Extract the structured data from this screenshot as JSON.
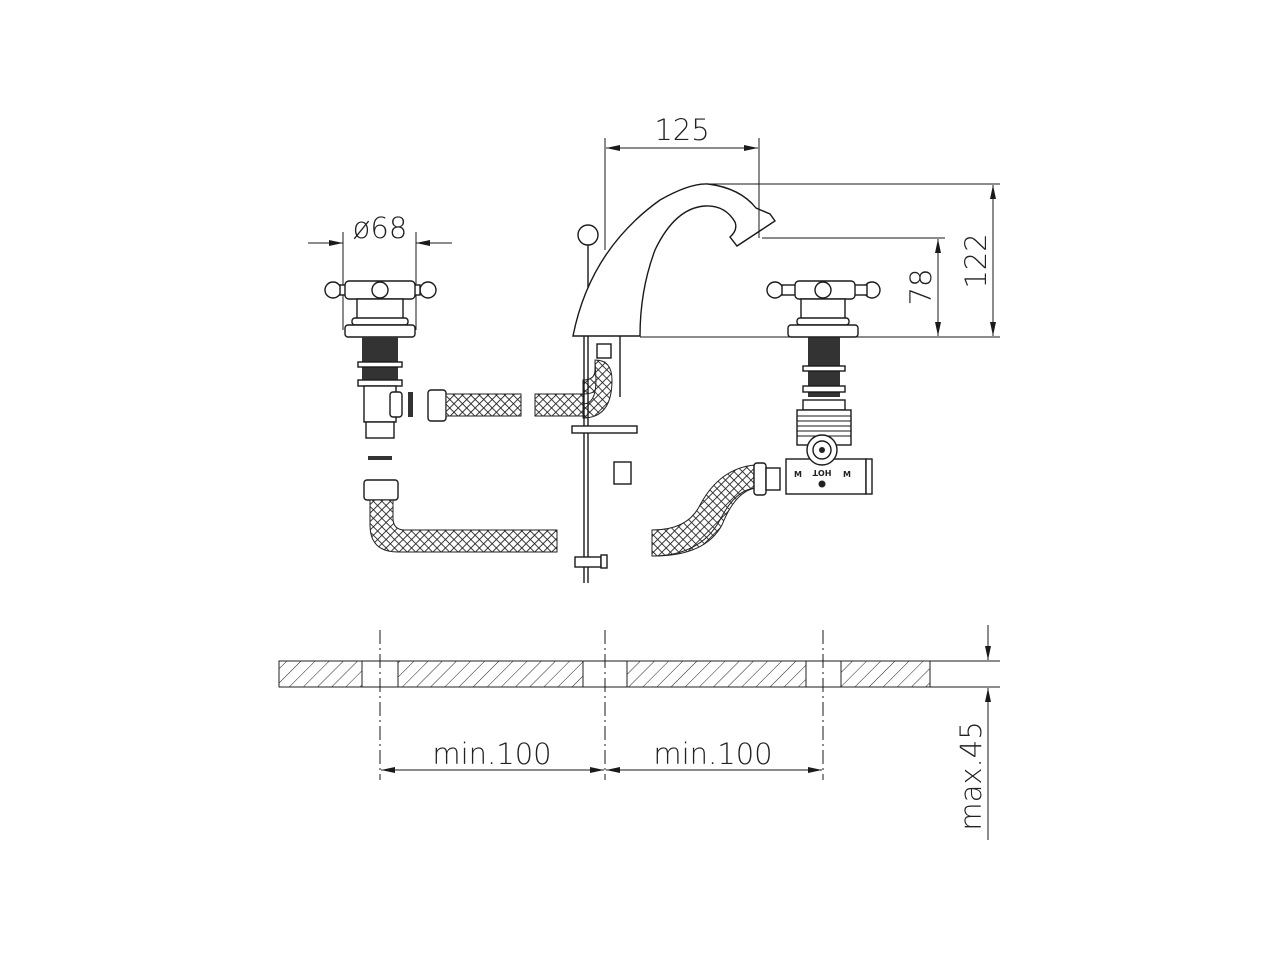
{
  "drawing": {
    "dimensions": {
      "spout_reach": "125",
      "total_height": "122",
      "spout_height": "78",
      "handle_diameter": "ø68",
      "hole_spacing_left": "min.100",
      "hole_spacing_right": "min.100",
      "max_deck_thickness": "max.45"
    },
    "valve_labels": {
      "hot": "HOT",
      "mark_left": "M",
      "mark_right": "M"
    },
    "colors": {
      "line": "#1a1a1a",
      "background": "#ffffff"
    }
  }
}
